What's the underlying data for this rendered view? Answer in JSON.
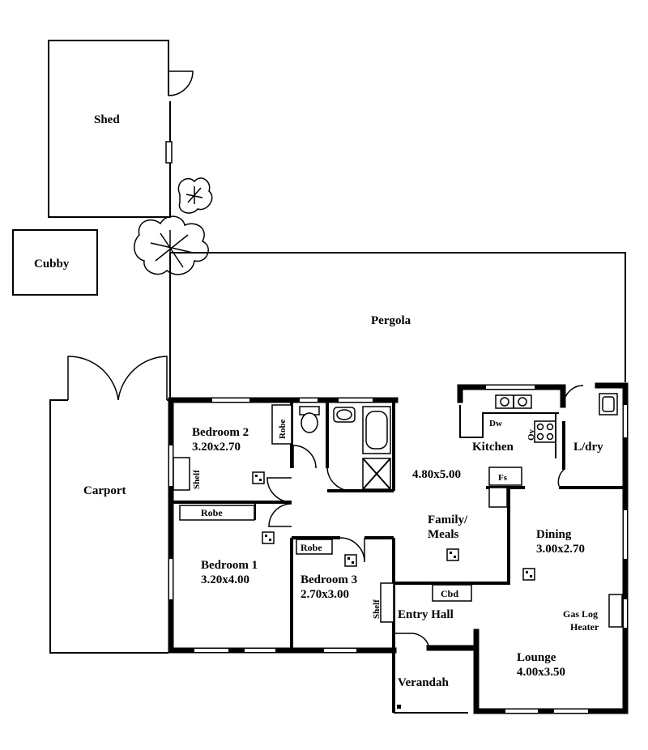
{
  "rooms": {
    "shed": "Shed",
    "cubby": "Cubby",
    "pergola": "Pergola",
    "carport": "Carport",
    "bedroom2_name": "Bedroom 2",
    "bedroom2_size": "3.20x2.70",
    "bedroom1_name": "Bedroom 1",
    "bedroom1_size": "3.20x4.00",
    "bedroom3_name": "Bedroom 3",
    "bedroom3_size": "2.70x3.00",
    "kitchen": "Kitchen",
    "laundry": "L/dry",
    "family_size": "4.80x5.00",
    "family_line1": "Family/",
    "family_line2": "Meals",
    "dining_name": "Dining",
    "dining_size": "3.00x2.70",
    "entry_hall": "Entry Hall",
    "lounge_name": "Lounge",
    "lounge_size": "4.00x3.50",
    "verandah": "Verandah"
  },
  "fixtures": {
    "robe_bed2": "Robe",
    "shelf_bed2": "Shelf",
    "robe_bed1": "Robe",
    "robe_bed3": "Robe",
    "shelf_bed3": "Shelf",
    "dishwasher": "Dw",
    "oven": "Ov",
    "fridge_space": "Fs",
    "cupboard": "Cbd",
    "heater_line1": "Gas Log",
    "heater_line2": "Heater"
  }
}
